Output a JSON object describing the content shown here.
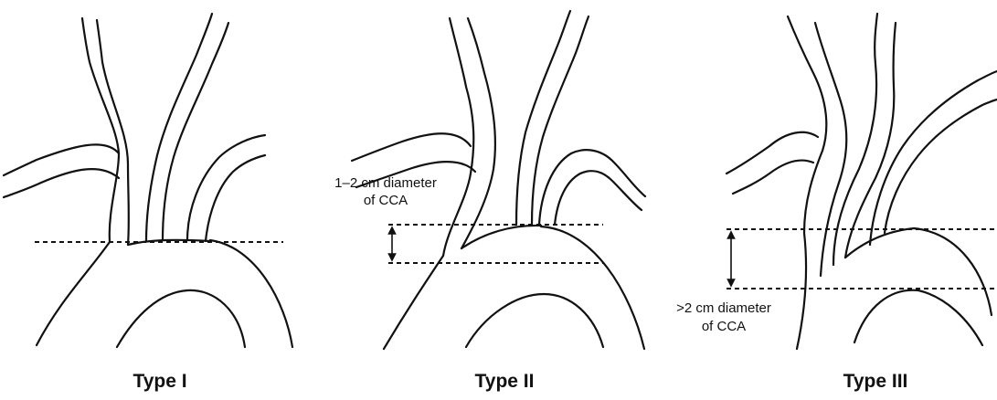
{
  "panels": [
    {
      "label": "Type I"
    },
    {
      "label": "Type II",
      "annotation": [
        "1–2 cm diameter",
        "of CCA"
      ]
    },
    {
      "label": "Type III",
      "annotation": [
        ">2 cm diameter",
        "of CCA"
      ]
    }
  ],
  "colors": {
    "line": "#111111",
    "background": "#ffffff"
  }
}
